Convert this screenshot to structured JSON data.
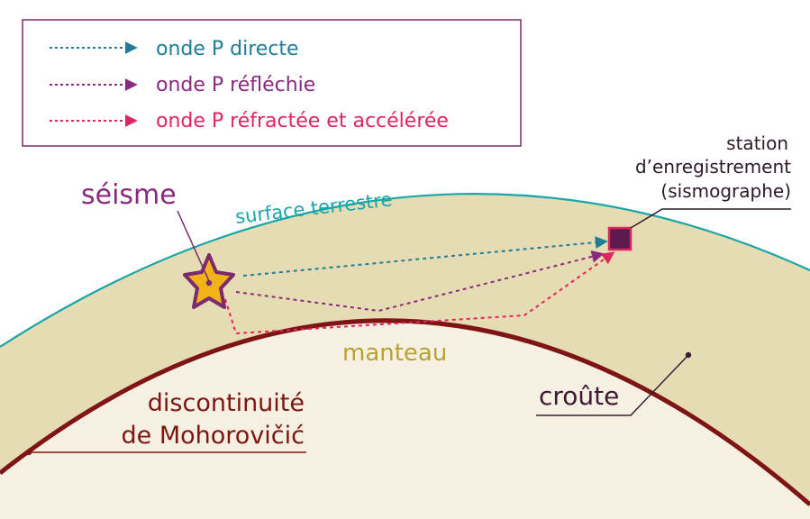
{
  "legend": {
    "direct": {
      "label": "onde P directe",
      "color": "#1f7d96"
    },
    "reflected": {
      "label": "onde P réfléchie",
      "color": "#8a2a7e"
    },
    "refracted": {
      "label": "onde P réfractée et accélérée",
      "color": "#e0245e"
    },
    "border_color": "#7a2a6e"
  },
  "labels": {
    "seisme": "séisme",
    "surface": "surface terrestre",
    "station_line1": "station",
    "station_line2": "d’enregistrement",
    "station_line3": "(sismographe)",
    "manteau": "manteau",
    "croute": "croûte",
    "moho_line1": "discontinuité",
    "moho_line2": "de Mohorovičić"
  },
  "colors": {
    "crust_fill": "#e6dcb3",
    "mantle_fill": "#f5f0e1",
    "surface_line": "#1aa5a8",
    "moho_line": "#7e1414",
    "seisme_text": "#8a2a7e",
    "star_fill": "#f2b21a",
    "star_stroke": "#7a2a6e",
    "station_fill": "#5c1a4f",
    "station_stroke": "#e0245e",
    "manteau_text": "#b8a232",
    "croute_text": "#3c1a36",
    "moho_text": "#7e1414",
    "station_text": "#2a1a2a"
  }
}
